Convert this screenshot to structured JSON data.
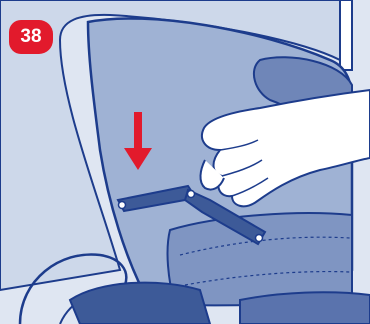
{
  "step": {
    "number": "38"
  },
  "illustration": {
    "description_icon": "hand-folding-seat-bracket",
    "arrow_direction": "down"
  },
  "colors": {
    "background": "#ffffff",
    "outline": "#1d3c8c",
    "seat_light": "#cdd8ea",
    "seat_mid": "#9fb2d4",
    "seat_dark": "#6f86b8",
    "bracket": "#3d5a98",
    "hand": "#ffffff",
    "arrow": "#e21a2c",
    "badge": "#e21a2c"
  }
}
